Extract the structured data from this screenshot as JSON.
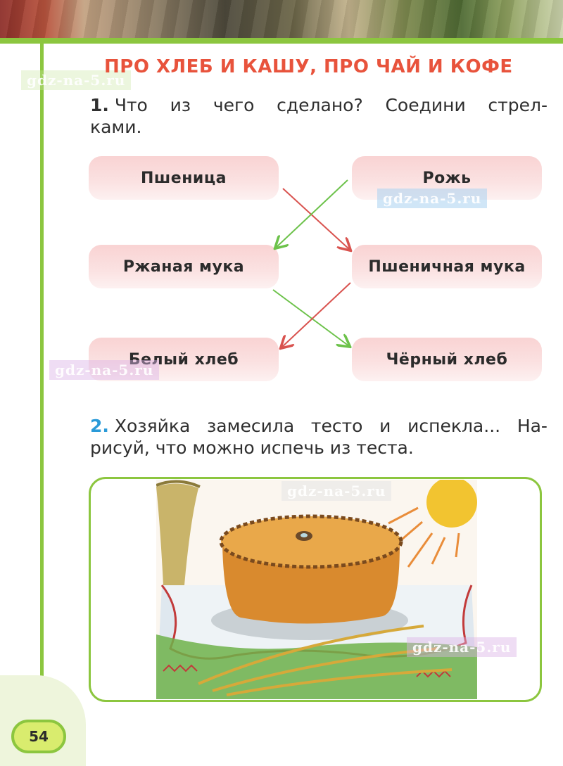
{
  "page": {
    "title": "ПРО ХЛЕБ И КАШУ, ПРО ЧАЙ И КОФЕ",
    "page_number": "54"
  },
  "task1": {
    "number": "1.",
    "line1_words": [
      "Что",
      "из",
      "чего",
      "сделано?",
      "Соедини",
      "стрел-"
    ],
    "line2": "ками."
  },
  "boxes": {
    "wheat": "Пшеница",
    "rye": "Рожь",
    "rye_flour": "Ржаная мука",
    "wheat_flour": "Пшеничная мука",
    "white_bread": "Белый хлеб",
    "black_bread": "Чёрный хлеб"
  },
  "task2": {
    "number": "2.",
    "line1_words": [
      "Хозяйка",
      "замесила",
      "тесто",
      "и",
      "испекла...",
      "На-"
    ],
    "line2": "рисуй, что можно испечь из теста."
  },
  "watermarks": [
    "gdz-na-5.ru",
    "gdz-na-5.ru",
    "gdz-na-5.ru",
    "gdz-na-5.ru",
    "gdz-na-5.ru"
  ],
  "colors": {
    "accent_green": "#8cc63f",
    "title_red": "#e8533c",
    "task2_blue": "#2a9ad8",
    "arrow_red": "#d9534f",
    "arrow_green": "#6cc24a"
  }
}
